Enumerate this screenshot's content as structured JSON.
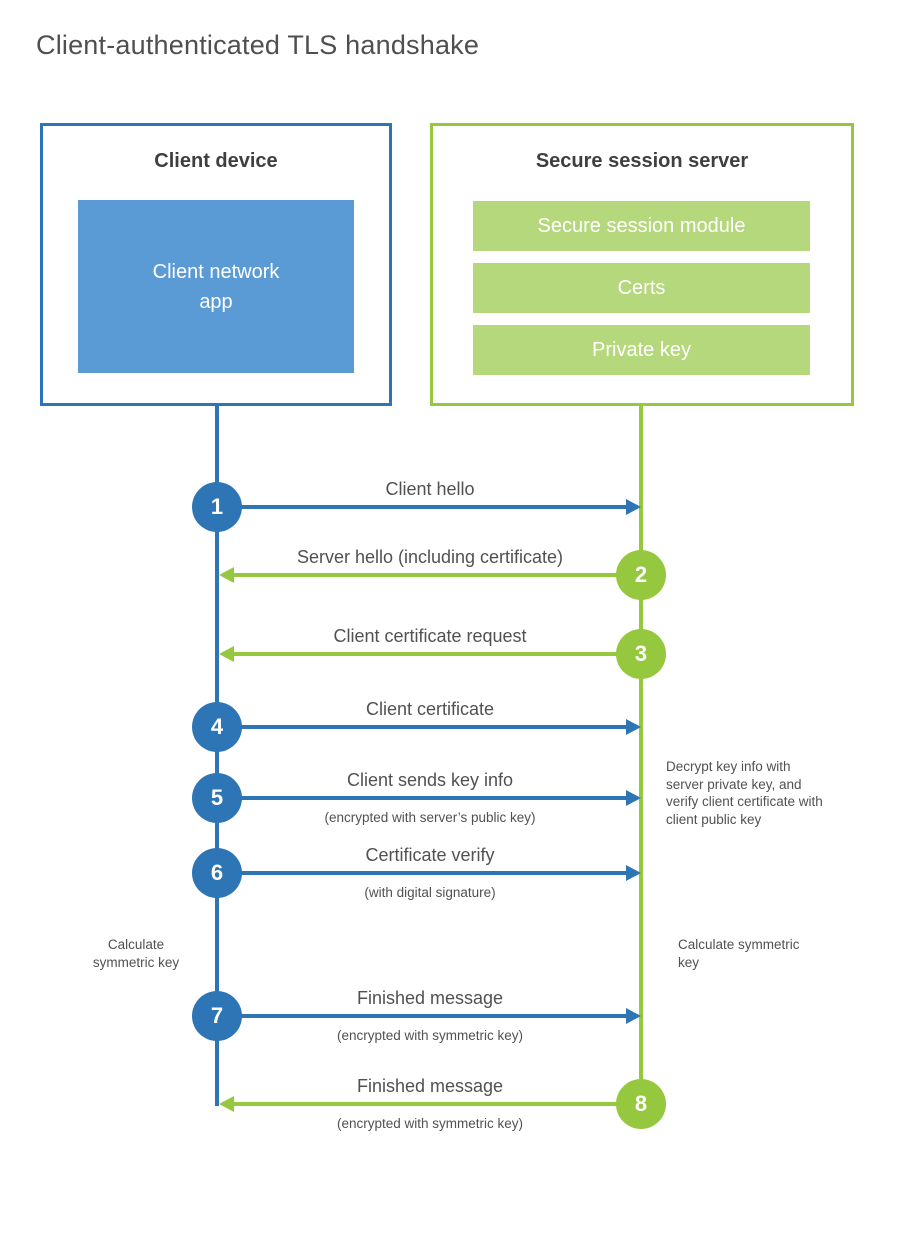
{
  "title": "Client-authenticated TLS handshake",
  "colors": {
    "blue": "#2e75b5",
    "blue_fill": "#5b9bd5",
    "green": "#95c83e",
    "green_fill": "#b5d87c",
    "text": "#515151",
    "heading": "#3f3f3f"
  },
  "client": {
    "title": "Client device",
    "module": "Client network\napp"
  },
  "server": {
    "title": "Secure session server",
    "modules": [
      "Secure session module",
      "Certs",
      "Private key"
    ]
  },
  "messages": [
    {
      "num": "1",
      "label": "Client hello",
      "sublabel": "",
      "direction": "right",
      "color": "blue"
    },
    {
      "num": "2",
      "label": "Server hello (including certificate)",
      "sublabel": "",
      "direction": "left",
      "color": "green"
    },
    {
      "num": "3",
      "label": "Client certificate request",
      "sublabel": "",
      "direction": "left",
      "color": "green"
    },
    {
      "num": "4",
      "label": "Client certificate",
      "sublabel": "",
      "direction": "right",
      "color": "blue"
    },
    {
      "num": "5",
      "label": "Client sends key info",
      "sublabel": "(encrypted with server’s public key)",
      "direction": "right",
      "color": "blue"
    },
    {
      "num": "6",
      "label": "Certificate verify",
      "sublabel": "(with digital signature)",
      "direction": "right",
      "color": "blue"
    },
    {
      "num": "7",
      "label": "Finished message",
      "sublabel": "(encrypted with symmetric key)",
      "direction": "right",
      "color": "blue"
    },
    {
      "num": "8",
      "label": "Finished message",
      "sublabel": "(encrypted with symmetric key)",
      "direction": "left",
      "color": "green"
    }
  ],
  "notes": {
    "decrypt": "Decrypt key info with server private key, and verify client certificate with client public key",
    "calc_left": "Calculate symmetric key",
    "calc_right": "Calculate symmetric key"
  }
}
